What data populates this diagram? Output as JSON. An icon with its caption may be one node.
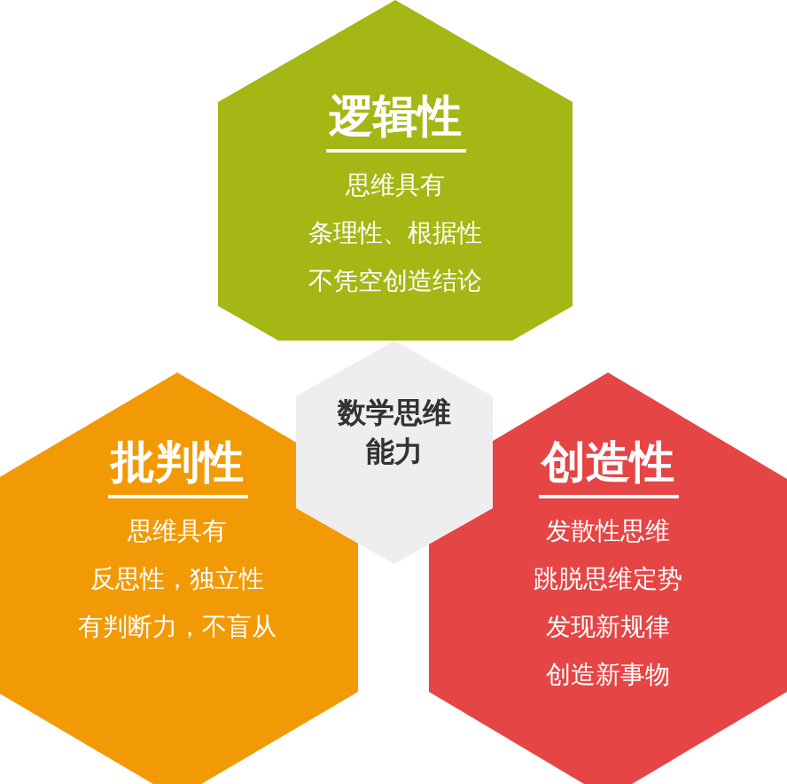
{
  "diagram": {
    "nodes": [
      {
        "text": [
          "逻辑性",
          "思维具有",
          "条理性、根据性",
          "不凭空创造结论"
        ]
      },
      {
        "text": [
          "数学思维能力"
        ]
      },
      {
        "text": [
          "批判性",
          "思维具有",
          "反思性，独立性",
          "有判断力，不盲从"
        ]
      },
      {
        "text": [
          "创造性",
          "发散性思维",
          "跳脱思维定势",
          "发现新规律",
          "创造新事物"
        ]
      }
    ]
  }
}
